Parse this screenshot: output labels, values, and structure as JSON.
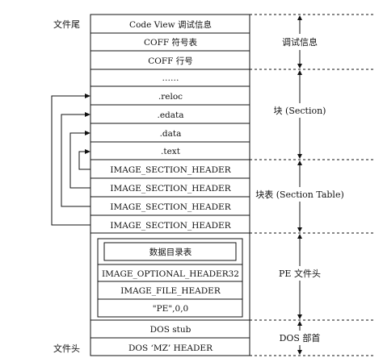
{
  "edge_labels": {
    "file_tail": "文件尾",
    "file_head": "文件头"
  },
  "rows": [
    "Code View 调试信息",
    "COFF 符号表",
    "COFF 行号",
    "……",
    ".reloc",
    ".edata",
    ".data",
    ".text",
    "IMAGE_SECTION_HEADER",
    "IMAGE_SECTION_HEADER",
    "IMAGE_SECTION_HEADER",
    "IMAGE_SECTION_HEADER"
  ],
  "pe_header_rows": [
    "数据目录表",
    "IMAGE_OPTIONAL_HEADER32",
    "IMAGE_FILE_HEADER",
    "\"PE\",0,0"
  ],
  "dos_rows": [
    "DOS stub",
    "DOS ‘MZ’ HEADER"
  ],
  "brackets": {
    "debug": "调试信息",
    "section": "块 (Section)",
    "section_table": "块表 (Section Table)",
    "pe_header": "PE 文件头",
    "dos_header": "DOS 部首"
  },
  "colors": {
    "line": "#111111",
    "background": "#ffffff"
  }
}
